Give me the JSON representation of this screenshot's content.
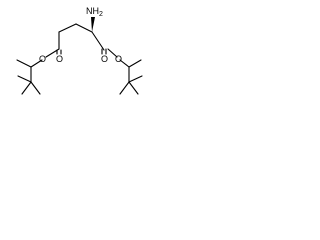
{
  "labels": {
    "amine": "NH",
    "amine_subscript": "2",
    "oxygen": "O"
  },
  "colors": {
    "bond": "#000000",
    "background": "#ffffff"
  }
}
